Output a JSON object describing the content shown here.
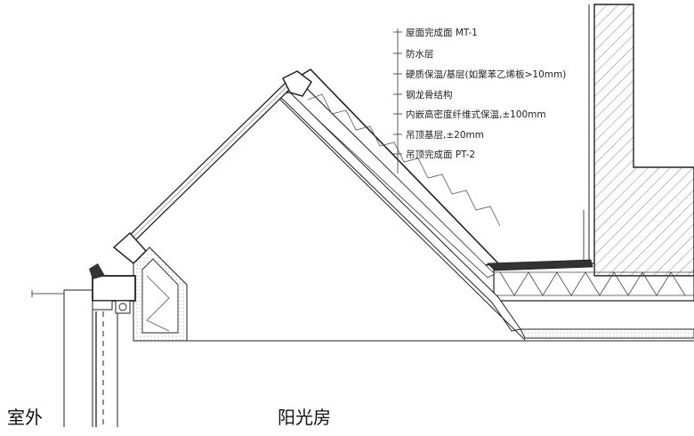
{
  "diagram": {
    "callouts": [
      "屋面完成面 MT-1",
      "防水层",
      "硬质保温/基层(如聚苯乙烯板>10mm)",
      "钢龙骨结构",
      "内嵌高密度纤维式保温,±100mm",
      "吊顶基层,±20mm",
      "吊顶完成面 PT-2"
    ],
    "labels": {
      "outside": "室外",
      "sunroom": "阳光房"
    },
    "colors": {
      "line": "#222222",
      "hatch": "#555555",
      "fill": "#ffffff"
    }
  }
}
